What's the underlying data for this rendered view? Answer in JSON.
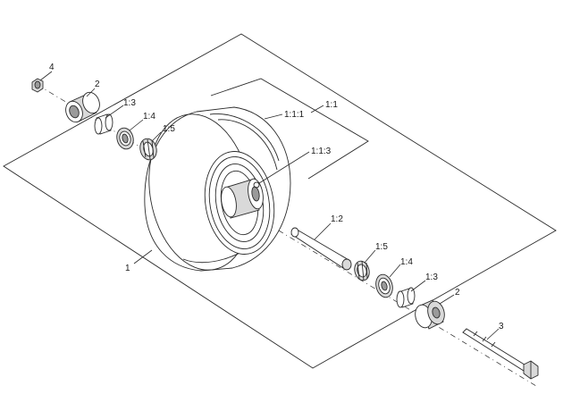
{
  "callouts": {
    "c4": "4",
    "c2_left": "2",
    "c1_3_left": "1:3",
    "c1_4_left": "1:4",
    "c1_5_left": "1:5",
    "c1_1_1": "1:1:1",
    "c1_1": "1:1",
    "c1_1_3": "1:1:3",
    "c1_2": "1:2",
    "c1": "1",
    "c1_5_right": "1:5",
    "c1_4_right": "1:4",
    "c1_3_right": "1:3",
    "c2_right": "2",
    "c3": "3"
  }
}
